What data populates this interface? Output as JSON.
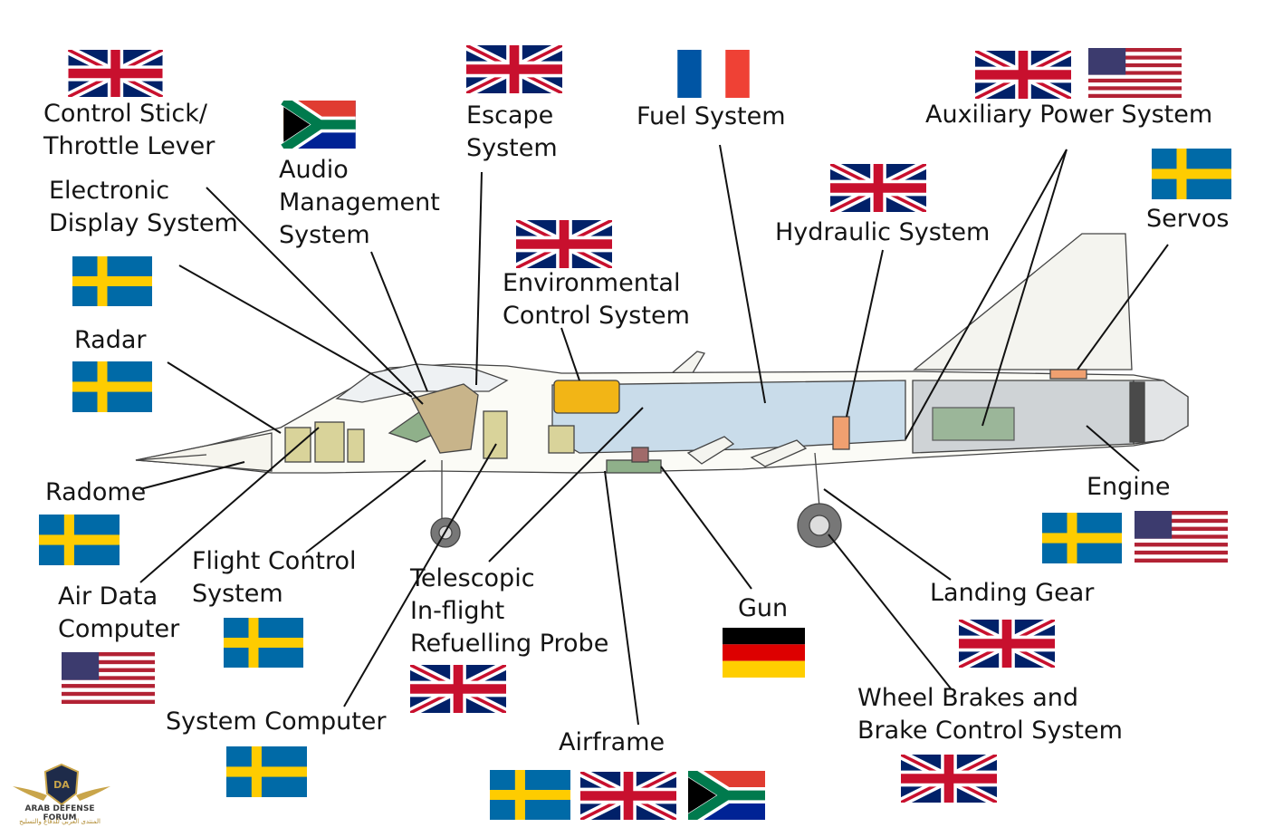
{
  "labels": {
    "control_stick": "Control Stick/\nThrottle Lever",
    "audio": "Audio\nManagement\nSystem",
    "escape": "Escape\nSystem",
    "fuel": "Fuel System",
    "apu": "Auxiliary Power System",
    "eds": "Electronic\nDisplay System",
    "ecs": "Environmental\nControl System",
    "hydraulic": "Hydraulic System",
    "servos": "Servos",
    "radar": "Radar",
    "radome": "Radome",
    "engine": "Engine",
    "air_data": "Air Data\nComputer",
    "fcs": "Flight Control\nSystem",
    "probe": "Telescopic\nIn-flight\nRefuelling Probe",
    "gun": "Gun",
    "landing_gear": "Landing Gear",
    "system_computer": "System Computer",
    "wheel_brakes": "Wheel Brakes and\nBrake Control System",
    "airframe": "Airframe"
  },
  "flag_countries": {
    "control_stick": [
      "uk"
    ],
    "audio": [
      "south-africa"
    ],
    "escape": [
      "uk"
    ],
    "fuel": [
      "france"
    ],
    "apu": [
      "uk",
      "usa"
    ],
    "eds": [
      "sweden"
    ],
    "ecs": [
      "uk"
    ],
    "hydraulic": [
      "uk"
    ],
    "servos": [
      "sweden"
    ],
    "radar": [
      "sweden"
    ],
    "radome": [
      "sweden"
    ],
    "engine": [
      "sweden",
      "usa"
    ],
    "air_data": [
      "usa"
    ],
    "fcs": [
      "sweden"
    ],
    "probe": [
      "uk"
    ],
    "gun": [
      "germany"
    ],
    "landing_gear": [
      "uk"
    ],
    "system_computer": [
      "sweden"
    ],
    "wheel_brakes": [
      "uk"
    ],
    "airframe": [
      "sweden",
      "uk",
      "south-africa"
    ]
  },
  "colors": {
    "fuel_tank": "#c9dcea",
    "ecs_unit": "#f2b516",
    "avionics": "#d9d39a",
    "equipment_green": "#8fb08a",
    "engine_grey": "#cfd3d6",
    "servo_orange": "#f0a070"
  },
  "watermark": {
    "line1": "ARAB DEFENSE FORUM",
    "line2": "المنتدى العربي للدفاع والتسليح"
  }
}
